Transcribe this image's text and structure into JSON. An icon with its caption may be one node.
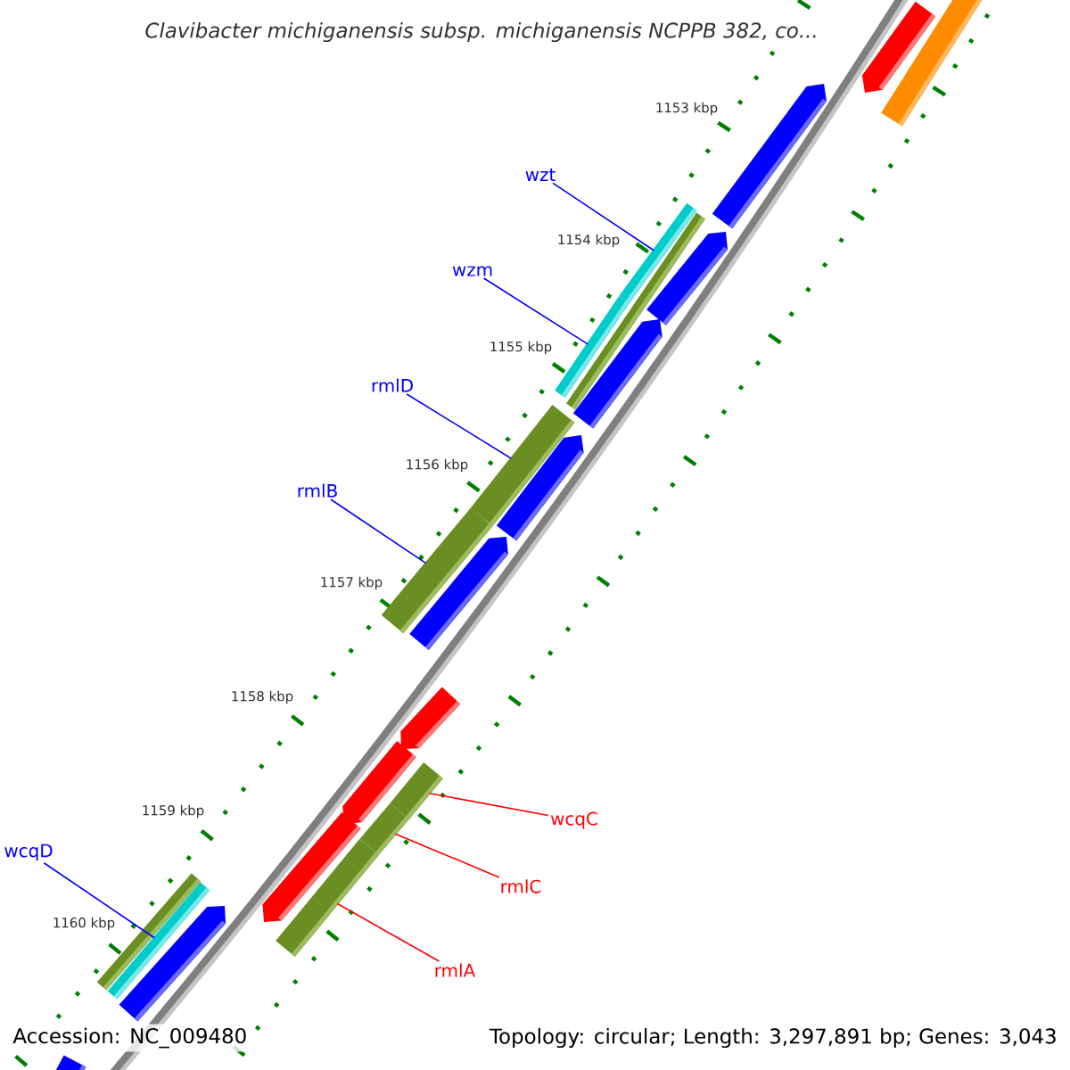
{
  "diagram": {
    "title": "Clavibacter michiganensis subsp. michiganensis NCPPB 382, co...",
    "nodes": [
      {
        "text": [
          "wzt"
        ]
      },
      {
        "text": [
          "wzm"
        ]
      },
      {
        "text": [
          "rmlD"
        ]
      },
      {
        "text": [
          "rmlB"
        ]
      },
      {
        "text": [
          "wcqC"
        ]
      },
      {
        "text": [
          "wcqD"
        ]
      },
      {
        "text": [
          "rmlC"
        ]
      },
      {
        "text": [
          "rmlA"
        ]
      },
      {
        "text": [],
        "shape": "arrow"
      },
      {
        "text": [],
        "shape": "bar"
      },
      {
        "text": [],
        "shape": "arrow"
      },
      {
        "text": [],
        "shape": "bar"
      },
      {
        "text": [],
        "shape": "bar"
      },
      {
        "text": [],
        "shape": "bar"
      },
      {
        "text": [],
        "shape": "arrow"
      },
      {
        "text": [],
        "shape": "arrow"
      },
      {
        "text": [],
        "shape": "bar"
      },
      {
        "text": [],
        "shape": "arrow"
      },
      {
        "text": [],
        "shape": "bar"
      },
      {
        "text": [],
        "shape": "arrow"
      },
      {
        "text": [],
        "shape": "arrow"
      },
      {
        "text": [],
        "shape": "bar"
      },
      {
        "text": [],
        "shape": "arrow"
      },
      {
        "text": [],
        "shape": "arrow"
      },
      {
        "text": [],
        "shape": "bar"
      },
      {
        "text": [],
        "shape": "bar"
      },
      {
        "text": [],
        "shape": "bar"
      },
      {
        "text": [],
        "shape": "bar"
      },
      {
        "text": [],
        "shape": "arrow"
      },
      {
        "text": [],
        "shape": "bar"
      }
    ],
    "edges": [
      {
        "from": 0,
        "to": 11,
        "arrow": "none",
        "color": "#0000ff"
      },
      {
        "from": 1,
        "to": 12,
        "arrow": "none",
        "color": "#0000ff"
      },
      {
        "from": 2,
        "to": 16,
        "arrow": "none",
        "color": "#0000ff"
      },
      {
        "from": 3,
        "to": 18,
        "arrow": "none",
        "color": "#0000ff"
      },
      {
        "from": 4,
        "to": 21,
        "arrow": "none",
        "color": "#ff0000"
      },
      {
        "from": 5,
        "to": 27,
        "arrow": "none",
        "color": "#0000ff"
      },
      {
        "from": 6,
        "to": 24,
        "arrow": "none",
        "color": "#ff0000"
      },
      {
        "from": 7,
        "to": 25,
        "arrow": "none",
        "color": "#ff0000"
      }
    ],
    "labels": [
      "1153 kbp",
      "1154 kbp",
      "1155 kbp",
      "1156 kbp",
      "1157 kbp",
      "1158 kbp",
      "1159 kbp",
      "1160 kbp",
      "Accession: NC_009480",
      "Topology: circular; Length: 3,297,891 bp; Genes: 3,043"
    ]
  }
}
